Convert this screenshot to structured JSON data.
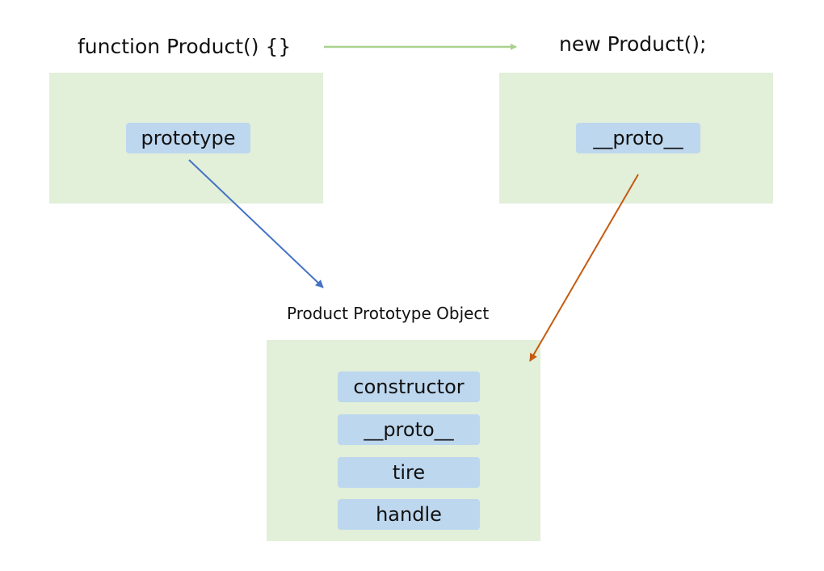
{
  "labels": {
    "constructor_fn": "function Product() {}",
    "instance_expr": "new Product();",
    "prototype_object_title": "Product Prototype Object"
  },
  "constructor_box": {
    "property": "prototype"
  },
  "instance_box": {
    "property": "__proto__"
  },
  "prototype_box": {
    "properties": [
      "constructor",
      "__proto__",
      "tire",
      "handle"
    ]
  },
  "colors": {
    "panel_fill": "#e2efd9",
    "chip_fill": "#bdd7ee",
    "arrow_new": "#a9d18e",
    "arrow_prototype": "#4472c4",
    "arrow_proto": "#c55a11"
  }
}
